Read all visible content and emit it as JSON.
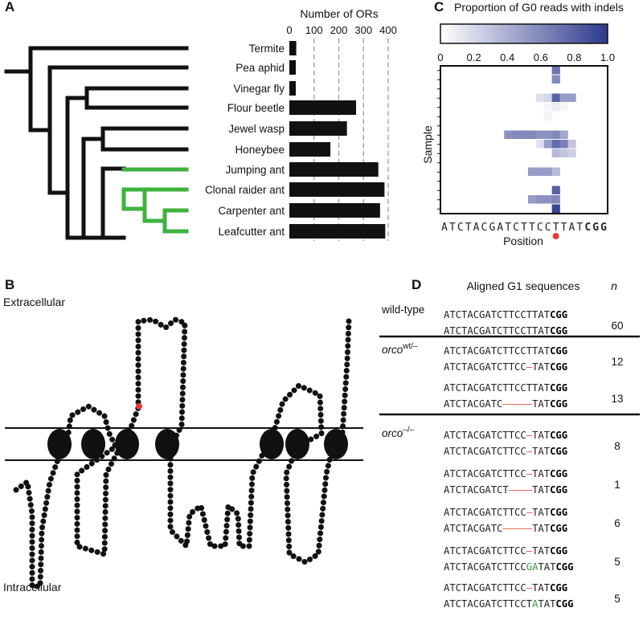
{
  "panels": {
    "a": "A",
    "b": "B",
    "c": "C",
    "d": "D"
  },
  "colors": {
    "tree_black": "#111111",
    "tree_ant": "#3db33d",
    "bar": "#111111",
    "heat_low": "#ffffff",
    "heat_high": "#2e3a8f",
    "deletion": "#e0533d",
    "insertion": "#3a9a3a",
    "highlight_residue": "#e83838",
    "membrane": "#111111"
  },
  "chart_data": [
    {
      "type": "bar",
      "orientation": "horizontal",
      "title": "Number of ORs",
      "xlabel": "Number of ORs",
      "ticks": [
        0,
        100,
        200,
        300,
        400
      ],
      "xlim": [
        0,
        400
      ],
      "grid": "dashed vertical at 100, 200, 300, 400",
      "categories": [
        "Termite",
        "Pea aphid",
        "Vinegar fly",
        "Flour beetle",
        "Jewel wasp",
        "Honeybee",
        "Jumping ant",
        "Clonal raider ant",
        "Carpenter ant",
        "Leafcutter ant"
      ],
      "values": [
        28,
        26,
        26,
        270,
        233,
        166,
        360,
        385,
        367,
        388
      ],
      "highlighted_clade": [
        "Jumping ant",
        "Clonal raider ant",
        "Carpenter ant",
        "Leafcutter ant"
      ]
    },
    {
      "type": "heatmap",
      "title": "Proportion of G0 reads with indels",
      "colorbar": {
        "ticks": [
          "0",
          "0.2",
          "0.4",
          "0.6",
          "0.8",
          "1.0"
        ],
        "range": [
          0,
          1
        ]
      },
      "xlabel": "Position",
      "ylabel": "Sample",
      "position_sequence": [
        "A",
        "T",
        "C",
        "T",
        "A",
        "C",
        "G",
        "A",
        "T",
        "C",
        "T",
        "T",
        "C",
        "C",
        "T",
        "T",
        "A",
        "T",
        "C",
        "G",
        "G"
      ],
      "pam_positions": [
        18,
        19,
        20
      ],
      "cut_marker_position": 14,
      "rows": [
        {
          "sample": 1,
          "cells": [
            [
              14,
              0.7
            ]
          ]
        },
        {
          "sample": 2,
          "cells": [
            [
              14,
              0.6
            ]
          ]
        },
        {
          "sample": 3,
          "cells": []
        },
        {
          "sample": 4,
          "cells": [
            [
              12,
              0.15
            ],
            [
              13,
              0.2
            ],
            [
              14,
              0.8
            ],
            [
              15,
              0.5
            ],
            [
              16,
              0.5
            ]
          ]
        },
        {
          "sample": 5,
          "cells": [
            [
              13,
              0.05
            ],
            [
              14,
              0.1
            ],
            [
              15,
              0.05
            ]
          ]
        },
        {
          "sample": 6,
          "cells": [
            [
              13,
              0.05
            ]
          ]
        },
        {
          "sample": 7,
          "cells": []
        },
        {
          "sample": 8,
          "cells": [
            [
              8,
              0.55
            ],
            [
              9,
              0.6
            ],
            [
              10,
              0.6
            ],
            [
              11,
              0.6
            ],
            [
              12,
              0.55
            ],
            [
              13,
              0.55
            ],
            [
              14,
              0.6
            ],
            [
              15,
              0.45
            ]
          ]
        },
        {
          "sample": 9,
          "cells": [
            [
              12,
              0.15
            ],
            [
              13,
              0.5
            ],
            [
              14,
              0.75
            ],
            [
              15,
              0.65
            ],
            [
              16,
              0.3
            ]
          ]
        },
        {
          "sample": 10,
          "cells": [
            [
              14,
              0.35
            ],
            [
              15,
              0.3
            ],
            [
              16,
              0.25
            ]
          ]
        },
        {
          "sample": 11,
          "cells": []
        },
        {
          "sample": 12,
          "cells": [
            [
              11,
              0.5
            ],
            [
              12,
              0.5
            ],
            [
              13,
              0.5
            ],
            [
              14,
              0.35
            ]
          ]
        },
        {
          "sample": 13,
          "cells": []
        },
        {
          "sample": 14,
          "cells": [
            [
              14,
              0.8
            ]
          ]
        },
        {
          "sample": 15,
          "cells": [
            [
              11,
              0.5
            ],
            [
              12,
              0.55
            ],
            [
              13,
              0.55
            ],
            [
              14,
              0.6
            ]
          ]
        },
        {
          "sample": 16,
          "cells": [
            [
              14,
              0.95
            ]
          ]
        }
      ]
    }
  ],
  "panel_b": {
    "extracellular": "Extracellular",
    "intracellular": "Intracellular"
  },
  "panel_d": {
    "header": "Aligned G1 sequences",
    "n_header": "n",
    "groups": [
      {
        "label_base": "wild-type",
        "label_sup": "",
        "pairs": [
          {
            "n": "60",
            "seqs": [
              [
                {
                  "t": "ATCTACGATCTTCCTTAT",
                  "k": ""
                },
                {
                  "t": "CGG",
                  "k": "pam"
                }
              ],
              [
                {
                  "t": "ATCTACGATCTTCCTTAT",
                  "k": ""
                },
                {
                  "t": "CGG",
                  "k": "pam"
                }
              ]
            ]
          }
        ]
      },
      {
        "label_base": "orco",
        "label_sup": "wt/–",
        "pairs": [
          {
            "n": "12",
            "seqs": [
              [
                {
                  "t": "ATCTACGATCTTCCTTAT",
                  "k": ""
                },
                {
                  "t": "CGG",
                  "k": "pam"
                }
              ],
              [
                {
                  "t": "ATCTACGATCTTCC",
                  "k": ""
                },
                {
                  "t": "–",
                  "k": "del"
                },
                {
                  "t": "TAT",
                  "k": ""
                },
                {
                  "t": "CGG",
                  "k": "pam"
                }
              ]
            ]
          },
          {
            "n": "13",
            "seqs": [
              [
                {
                  "t": "ATCTACGATCTTCCTTAT",
                  "k": ""
                },
                {
                  "t": "CGG",
                  "k": "pam"
                }
              ],
              [
                {
                  "t": "ATCTACGATC",
                  "k": ""
                },
                {
                  "t": "–––––",
                  "k": "del"
                },
                {
                  "t": "TAT",
                  "k": ""
                },
                {
                  "t": "CGG",
                  "k": "pam"
                }
              ]
            ]
          }
        ]
      },
      {
        "label_base": "orco",
        "label_sup": "–/–",
        "pairs": [
          {
            "n": "8",
            "seqs": [
              [
                {
                  "t": "ATCTACGATCTTCC",
                  "k": ""
                },
                {
                  "t": "–",
                  "k": "del"
                },
                {
                  "t": "TAT",
                  "k": ""
                },
                {
                  "t": "CGG",
                  "k": "pam"
                }
              ],
              [
                {
                  "t": "ATCTACGATCTTCC",
                  "k": ""
                },
                {
                  "t": "–",
                  "k": "del"
                },
                {
                  "t": "TAT",
                  "k": ""
                },
                {
                  "t": "CGG",
                  "k": "pam"
                }
              ]
            ]
          },
          {
            "n": "1",
            "seqs": [
              [
                {
                  "t": "ATCTACGATCTTCC",
                  "k": ""
                },
                {
                  "t": "–",
                  "k": "del"
                },
                {
                  "t": "TAT",
                  "k": ""
                },
                {
                  "t": "CGG",
                  "k": "pam"
                }
              ],
              [
                {
                  "t": "ATCTACGATCT",
                  "k": ""
                },
                {
                  "t": "––––",
                  "k": "del"
                },
                {
                  "t": "TAT",
                  "k": ""
                },
                {
                  "t": "CGG",
                  "k": "pam"
                }
              ]
            ]
          },
          {
            "n": "6",
            "seqs": [
              [
                {
                  "t": "ATCTACGATCTTCC",
                  "k": ""
                },
                {
                  "t": "–",
                  "k": "del"
                },
                {
                  "t": "TAT",
                  "k": ""
                },
                {
                  "t": "CGG",
                  "k": "pam"
                }
              ],
              [
                {
                  "t": "ATCTACGATC",
                  "k": ""
                },
                {
                  "t": "–––––",
                  "k": "del"
                },
                {
                  "t": "TAT",
                  "k": ""
                },
                {
                  "t": "CGG",
                  "k": "pam"
                }
              ]
            ]
          },
          {
            "n": "5",
            "seqs": [
              [
                {
                  "t": "ATCTACGATCTTCC",
                  "k": ""
                },
                {
                  "t": "–",
                  "k": "del"
                },
                {
                  "t": "TAT",
                  "k": ""
                },
                {
                  "t": "CGG",
                  "k": "pam"
                }
              ],
              [
                {
                  "t": "ATCTACGATCTTCC",
                  "k": ""
                },
                {
                  "t": "GA",
                  "k": "ins"
                },
                {
                  "t": "TAT",
                  "k": ""
                },
                {
                  "t": "CGG",
                  "k": "pam"
                }
              ]
            ]
          },
          {
            "n": "5",
            "seqs": [
              [
                {
                  "t": "ATCTACGATCTTCC",
                  "k": ""
                },
                {
                  "t": "–",
                  "k": "del"
                },
                {
                  "t": "TAT",
                  "k": ""
                },
                {
                  "t": "CGG",
                  "k": "pam"
                }
              ],
              [
                {
                  "t": "ATCTACGATCTTCCT",
                  "k": ""
                },
                {
                  "t": "A",
                  "k": "ins"
                },
                {
                  "t": "TAT",
                  "k": ""
                },
                {
                  "t": "CGG",
                  "k": "pam"
                }
              ]
            ]
          }
        ]
      }
    ]
  }
}
